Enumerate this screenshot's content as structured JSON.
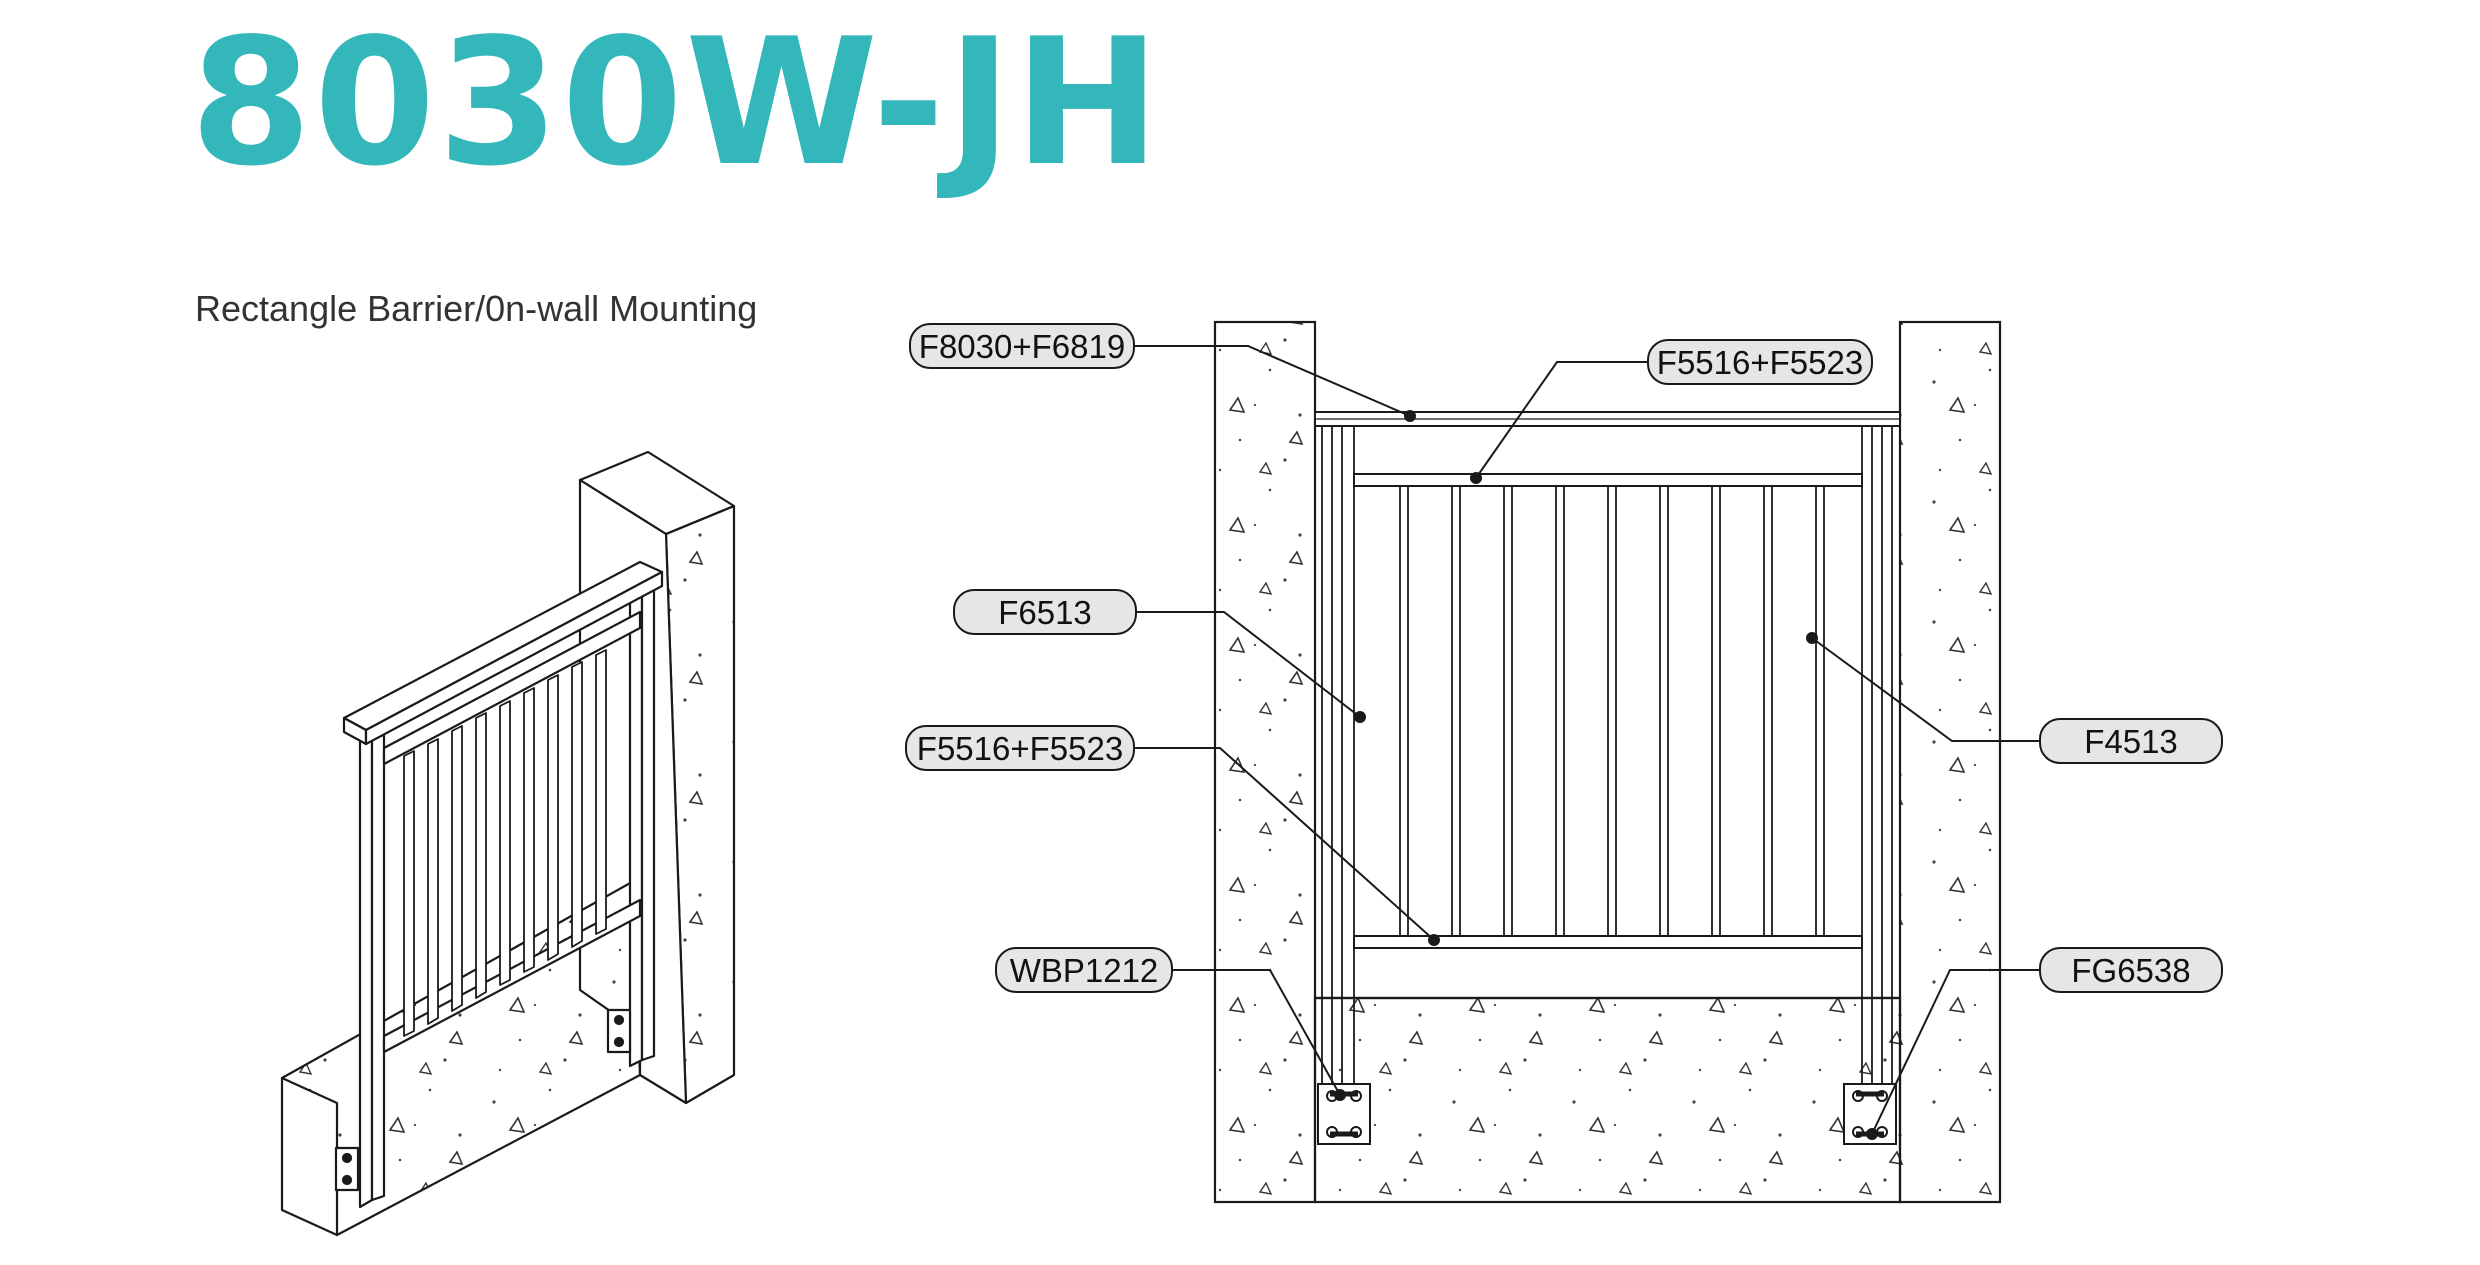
{
  "header": {
    "title": "8030W-JH",
    "subtitle": "Rectangle Barrier/0n-wall Mounting"
  },
  "colors": {
    "title": "#33b7bb",
    "line": "#1a1a1a",
    "callout_fill": "#e6e6e6"
  },
  "callouts": [
    {
      "id": "top-rail",
      "label": "F8030+F6819"
    },
    {
      "id": "upper-rail",
      "label": "F5516+F5523"
    },
    {
      "id": "post",
      "label": "F6513"
    },
    {
      "id": "picket",
      "label": "F4513"
    },
    {
      "id": "lower-rail",
      "label": "F5516+F5523"
    },
    {
      "id": "wall-plate-left",
      "label": "WBP1212"
    },
    {
      "id": "wall-plate-right",
      "label": "FG6538"
    }
  ],
  "icons": {
    "iso_view": "isometric-railing-icon",
    "elevation": "elevation-drawing-icon"
  }
}
